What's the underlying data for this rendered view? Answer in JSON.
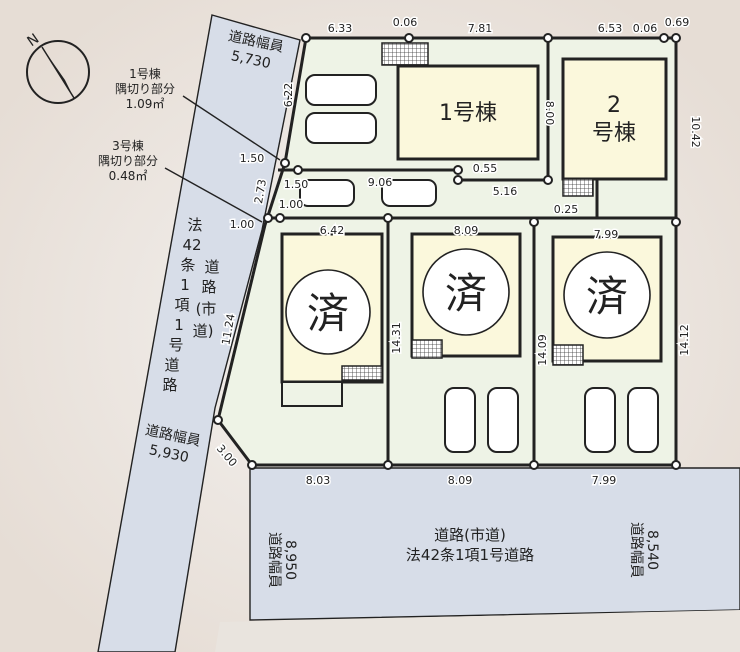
{
  "compass": {
    "label": "N"
  },
  "roads": {
    "west_top_width": {
      "label": "道路幅員",
      "value": "5,730"
    },
    "west_mid_label": [
      "法",
      "42",
      "条",
      "1",
      "項",
      "1",
      "号",
      "道",
      "路"
    ],
    "west_mid_label2": [
      "道",
      "路",
      "(市",
      "道)"
    ],
    "west_bottom_width": {
      "label": "道路幅員",
      "value": "5,930"
    },
    "south_title": "道路(市道)",
    "south_subtitle": "法42条1項1号道路",
    "south_left_width": {
      "label": "道路幅員",
      "value": "8,950"
    },
    "south_right_width": {
      "label": "道路幅員",
      "value": "8,540"
    }
  },
  "corner_cuts": [
    {
      "building": "1号棟",
      "label": "隅切り部分",
      "area": "1.09㎡"
    },
    {
      "building": "3号棟",
      "label": "隅切り部分",
      "area": "0.48㎡"
    }
  ],
  "buildings": [
    {
      "id": "1",
      "label": "1号棟",
      "sold": false
    },
    {
      "id": "2",
      "label_line1": "2",
      "label_line2": "号棟",
      "sold": false
    },
    {
      "id": "3",
      "sold": true,
      "sold_mark": "済"
    },
    {
      "id": "4",
      "sold": true,
      "sold_mark": "済"
    },
    {
      "id": "5",
      "sold": true,
      "sold_mark": "済"
    }
  ],
  "dimensions": {
    "top": [
      "6.33",
      "0.06",
      "7.81",
      "6.53",
      "0.06",
      "0.69"
    ],
    "lot1_left": "6.22",
    "lot1_height": "8.00",
    "lot2_right": "10.42",
    "corner1": "1.50",
    "corner_side": "2.73",
    "drive_a": "1.50",
    "drive_b": "1.00",
    "drive_len": "9.06",
    "offset_055": "0.55",
    "len_516": "5.16",
    "offset_025": "0.25",
    "corner3": "1.00",
    "lot3_top": "6.42",
    "lot4_top": "8.09",
    "lot5_top": "7.99",
    "west_side": "11.24",
    "lot3_right": "14.31",
    "lot4_right": "14.09",
    "lot5_right": "14.12",
    "corner_sw": "3.00",
    "bottom": [
      "8.03",
      "8.09",
      "7.99"
    ]
  }
}
